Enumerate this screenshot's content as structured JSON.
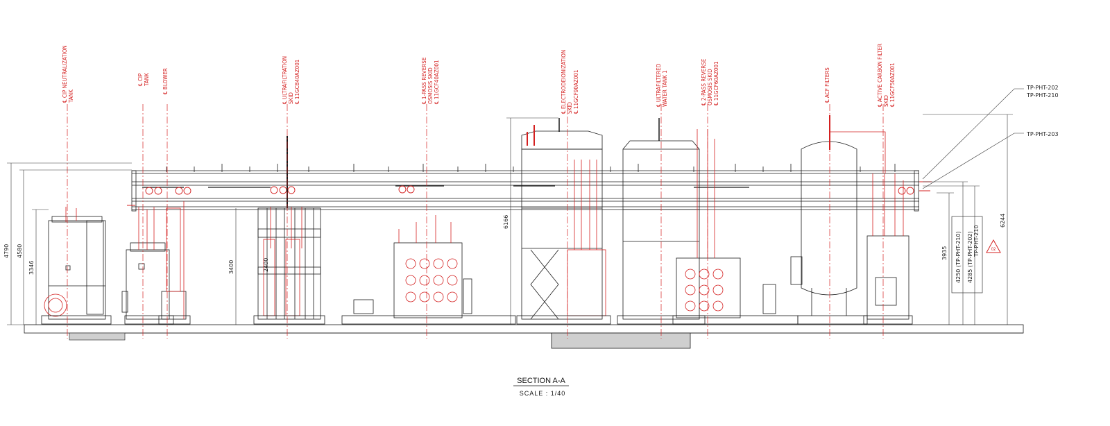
{
  "colors": {
    "line": "#1a1a1a",
    "red": "#d42020",
    "ground": "#cfcfcf",
    "background": "#ffffff"
  },
  "centerlines": [
    {
      "line1": "℄ CIP NEUTRALIZATION",
      "line2": "TANK",
      "line3": ""
    },
    {
      "line1": "℄ CIP",
      "line2": "TANK",
      "line3": ""
    },
    {
      "line1": "℄ BLOWER",
      "line2": "",
      "line3": ""
    },
    {
      "line1": "℄ ULTRAFILTRATION",
      "line2": "SKID",
      "line3": "℄ 11GCB40AZ001"
    },
    {
      "line1": "℄ 1-PASS REVERSE",
      "line2": "OSMOSIS SKID",
      "line3": "℄ 11GCF40AZ001"
    },
    {
      "line1": "℄ ELECTRODEIONIZATION",
      "line2": "SKID",
      "line3": "℄ 11GCF90AZ001"
    },
    {
      "line1": "℄ ULTRAFILTERED",
      "line2": "WATER TANK 1",
      "line3": ""
    },
    {
      "line1": "℄ 2-PASS REVERSE",
      "line2": "OSMOSIS SKID",
      "line3": "℄ 11GCF60AZ001"
    },
    {
      "line1": "℄ ACF FILTERS",
      "line2": "",
      "line3": ""
    },
    {
      "line1": "℄ ACTIVE CARBON FILTER",
      "line2": "SKID",
      "line3": "℄ 11GCF50AZ001"
    }
  ],
  "callouts": {
    "a": "TP-PHT-202",
    "b": "TP-PHT-210",
    "c": "TP-PHT-203"
  },
  "dimensions": {
    "d4790": "4790",
    "d4580": "4580",
    "d3346": "3346",
    "d3400": "3400",
    "d6166": "6166",
    "d3935": "3935",
    "d4250": "4250 (TP-PHT-210)",
    "d4285": "4285 (TP-PHT-202)",
    "d6244": "6244",
    "d2400": "2400",
    "box": "TP-PHT-210",
    "revision": "02"
  },
  "title": {
    "section": "SECTION A-A",
    "scale": "SCALE : 1/40"
  }
}
